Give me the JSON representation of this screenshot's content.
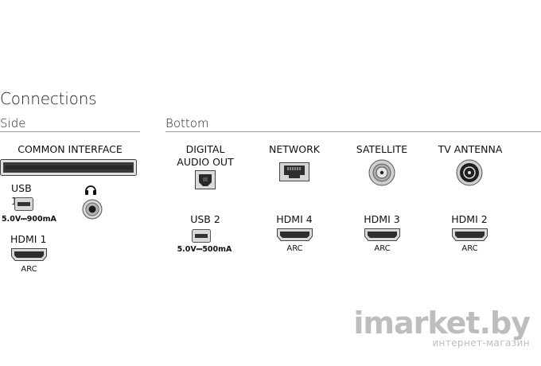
{
  "title": "Connections",
  "sections": {
    "side": "Side",
    "bottom": "Bottom"
  },
  "side": {
    "common_interface": "COMMON INTERFACE",
    "usb1": {
      "label": "USB 1",
      "spec": "5.0V⎓900mA"
    },
    "hdmi1": {
      "label": "HDMI 1",
      "sub": "ARC"
    }
  },
  "bottom": {
    "digital_audio_out": {
      "line1": "DIGITAL",
      "line2": "AUDIO OUT"
    },
    "network": "NETWORK",
    "satellite": "SATELLITE",
    "tv_antenna": "TV ANTENNA",
    "usb2": {
      "label": "USB 2",
      "spec": "5.0V⎓500mA"
    },
    "hdmi4": {
      "label": "HDMI 4",
      "sub": "ARC"
    },
    "hdmi3": {
      "label": "HDMI 3",
      "sub": "ARC"
    },
    "hdmi2": {
      "label": "HDMI 2",
      "sub": "ARC"
    }
  },
  "watermark": {
    "brand": "imarket.by",
    "tagline": "интернет-магазин"
  },
  "icons": {
    "ci_slot": "common-interface-slot-icon",
    "usb": "usb-port-icon",
    "headphones": "headphones-icon",
    "audio_jack": "audio-jack-icon",
    "hdmi": "hdmi-port-icon",
    "optical": "optical-port-icon",
    "ethernet": "ethernet-port-icon",
    "coax": "coax-port-icon"
  }
}
